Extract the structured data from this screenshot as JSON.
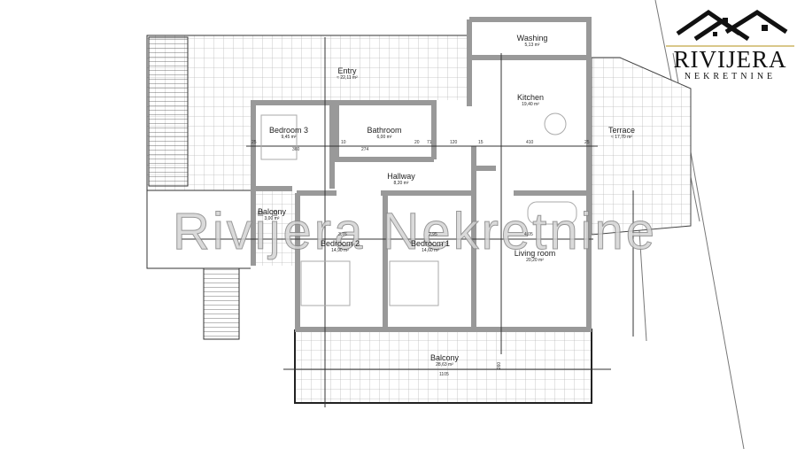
{
  "logo": {
    "brand": "RIVIJERA",
    "sub": "NEKRETNINE"
  },
  "watermark": "Rivijera Nekretnine",
  "rooms": [
    {
      "name": "Entry",
      "area": "≈ 22,11 m²"
    },
    {
      "name": "Washing",
      "area": "5,13 m²"
    },
    {
      "name": "Kitchen",
      "area": "19,40 m²"
    },
    {
      "name": "Bedroom 3",
      "area": "9,45 m²"
    },
    {
      "name": "Bathroom",
      "area": "6,00 m²"
    },
    {
      "name": "Terrace",
      "area": "≈ 17,70 m²"
    },
    {
      "name": "Hallway",
      "area": "8,20 m²"
    },
    {
      "name": "Balcony",
      "area": "3,00 m²"
    },
    {
      "name": "Bedroom 2",
      "area": "14,90 m²"
    },
    {
      "name": "Bedroom 1",
      "area": "14,60 m²"
    },
    {
      "name": "Living room",
      "area": "20,20 m²"
    },
    {
      "name": "Balcony",
      "area": "28,63 m²"
    }
  ],
  "dimensions": {
    "top": [
      "25",
      "360",
      "10",
      "274",
      "20",
      "71",
      "120",
      "15",
      "410",
      "25"
    ],
    "middle": [
      "3,76",
      "2,95",
      "4,05"
    ],
    "balcony_width": "1105",
    "balcony_depth": "260"
  }
}
